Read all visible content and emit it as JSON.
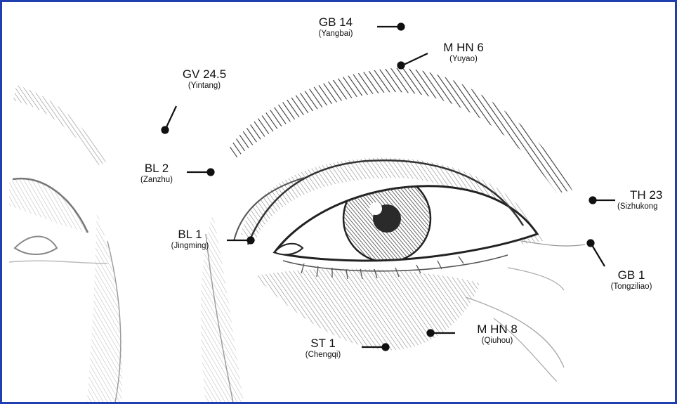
{
  "points": [
    {
      "id": "gb14",
      "code": "GB 14",
      "name": "(Yangbai)"
    },
    {
      "id": "mhn6",
      "code": "M HN 6",
      "name": "(Yuyao)"
    },
    {
      "id": "gv245",
      "code": "GV 24.5",
      "name": "(Yintang)"
    },
    {
      "id": "bl2",
      "code": "BL 2",
      "name": "(Zanzhu)"
    },
    {
      "id": "bl1",
      "code": "BL 1",
      "name": "(Jingming)"
    },
    {
      "id": "th23",
      "code": "TH 23",
      "name": "(Sizhukong"
    },
    {
      "id": "gb1",
      "code": "GB 1",
      "name": "(Tongziliao)"
    },
    {
      "id": "st1",
      "code": "ST 1",
      "name": "(Chengqi)"
    },
    {
      "id": "mhn8",
      "code": "M HN 8",
      "name": "(Qiuhou)"
    }
  ],
  "colors": {
    "frame": "#1f3fb0",
    "ink": "#111111",
    "brow": "#3a3a3a",
    "shade": "#9a9a9a",
    "light": "#c8c8c8"
  }
}
